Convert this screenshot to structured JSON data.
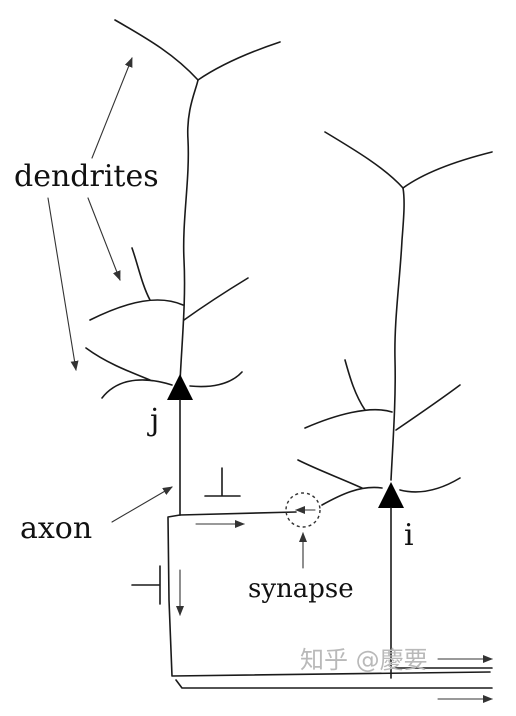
{
  "labels": {
    "dendrites": "dendrites",
    "axon": "axon",
    "synapse": "synapse",
    "neuron_j": "j",
    "neuron_i": "i"
  },
  "watermark": "知乎 @慶要",
  "colors": {
    "ink": "#1a1a1a",
    "watermark": "#b9b9b9",
    "background": "#ffffff"
  }
}
